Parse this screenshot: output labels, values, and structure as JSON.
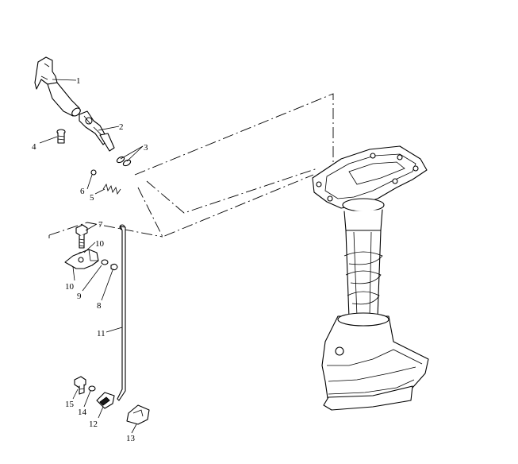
{
  "callouts": [
    {
      "id": "c1",
      "label": "1"
    },
    {
      "id": "c2",
      "label": "2"
    },
    {
      "id": "c3",
      "label": "3"
    },
    {
      "id": "c4",
      "label": "4"
    },
    {
      "id": "c5",
      "label": "5"
    },
    {
      "id": "c6",
      "label": "6"
    },
    {
      "id": "c7",
      "label": "7"
    },
    {
      "id": "c8",
      "label": "8"
    },
    {
      "id": "c9",
      "label": "9"
    },
    {
      "id": "c10a",
      "label": "10"
    },
    {
      "id": "c10b",
      "label": "10"
    },
    {
      "id": "c11",
      "label": "11"
    },
    {
      "id": "c12",
      "label": "12"
    },
    {
      "id": "c13",
      "label": "13"
    },
    {
      "id": "c14",
      "label": "14"
    },
    {
      "id": "c15",
      "label": "15"
    }
  ]
}
